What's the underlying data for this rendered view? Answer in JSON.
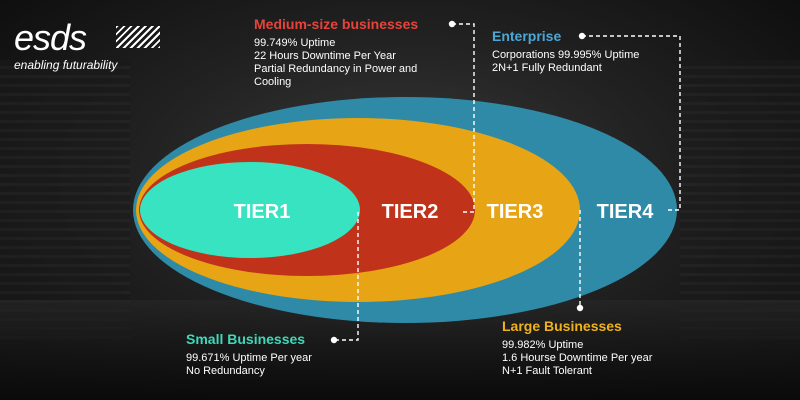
{
  "logo": {
    "word": "esds",
    "tagline": "enabling futurability"
  },
  "tiers": [
    {
      "label": "TIER1",
      "color": "#37e3c1"
    },
    {
      "label": "TIER2",
      "color": "#c0321a"
    },
    {
      "label": "TIER3",
      "color": "#e7a414"
    },
    {
      "label": "TIER4",
      "color": "#2e8aa6"
    }
  ],
  "callouts": {
    "medium": {
      "title": "Medium-size businesses",
      "lines": [
        "99.749% Uptime",
        "22 Hours Downtime Per Year",
        "Partial Redundancy in Power and",
        "Cooling"
      ]
    },
    "enterprise": {
      "title": "Enterprise",
      "lines": [
        "Corporations 99.995% Uptime",
        "2N+1 Fully Redundant"
      ]
    },
    "large": {
      "title": "Large Businesses",
      "lines": [
        "99.982% Uptime",
        "1.6 Hourse Downtime Per year",
        "N+1 Fault Tolerant"
      ]
    },
    "small": {
      "title": "Small Businesses",
      "lines": [
        "99.671% Uptime Per year",
        "No Redundancy"
      ]
    }
  }
}
